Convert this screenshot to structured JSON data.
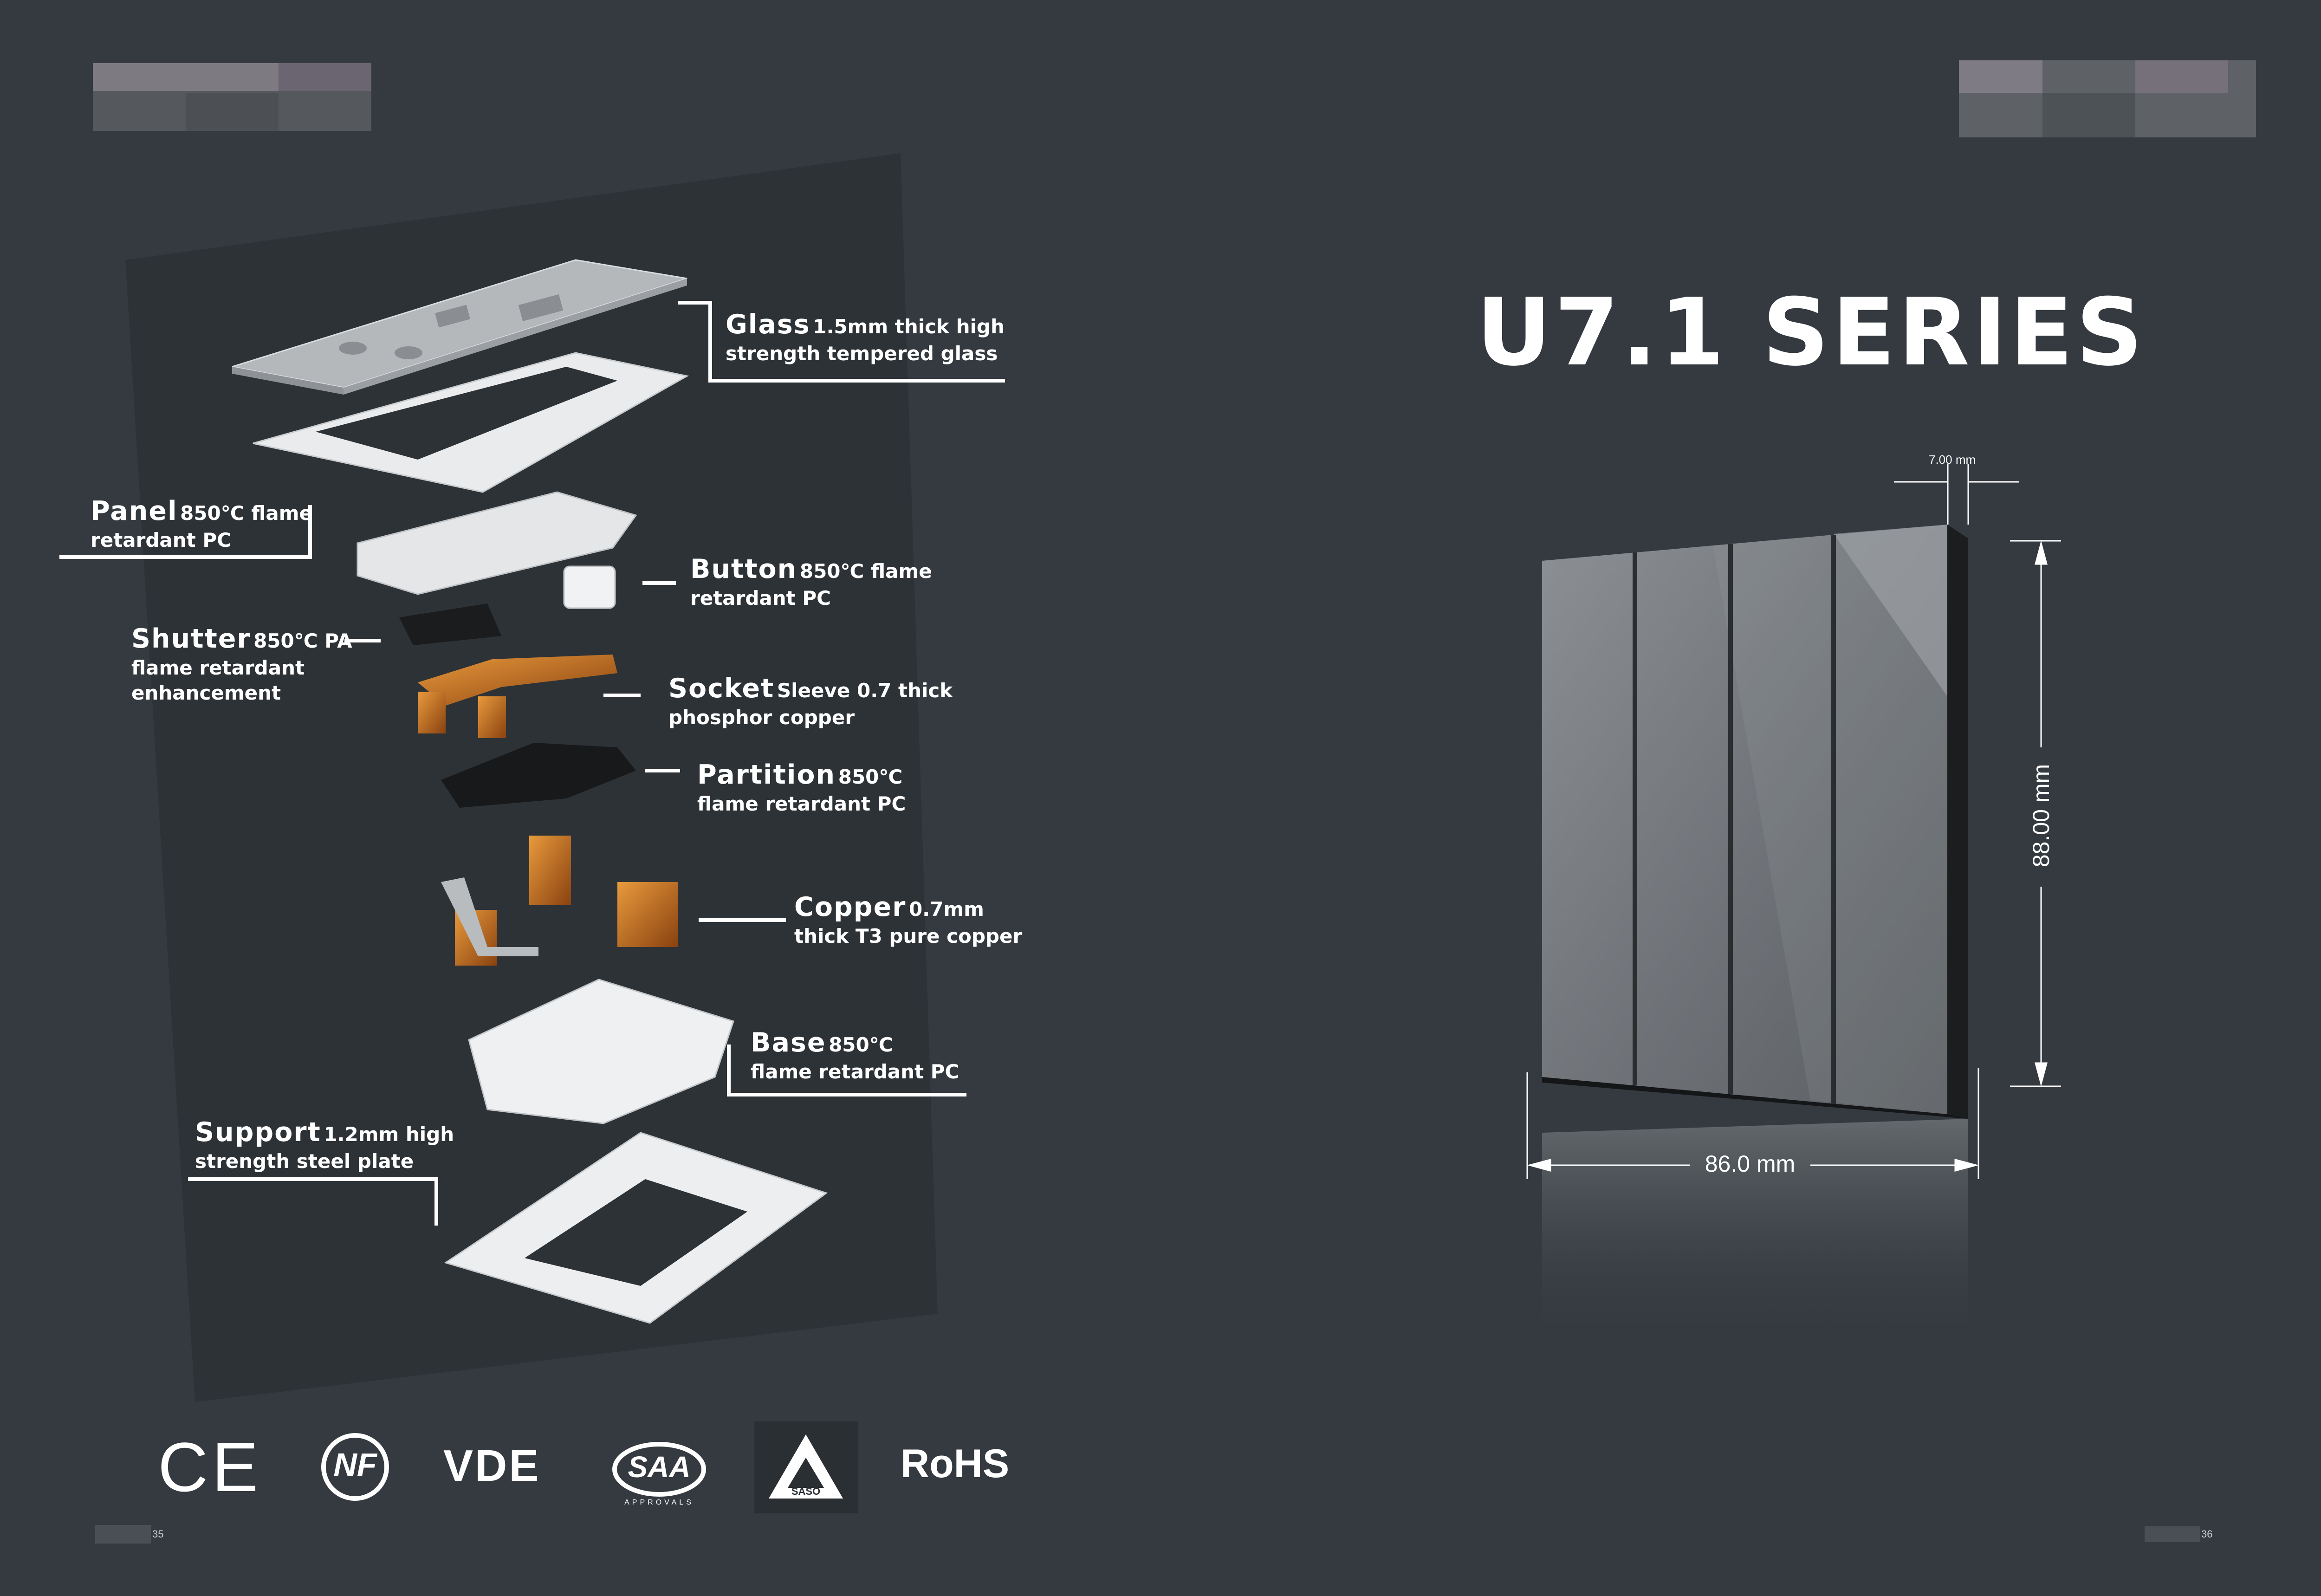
{
  "series_title": "U7.1 SERIES",
  "components": [
    {
      "id": "glass",
      "name": "Glass",
      "spec": "1.5mm thick high",
      "spec2": "strength tempered glass"
    },
    {
      "id": "panel",
      "name": "Panel",
      "spec": "850℃ flame",
      "spec2": "retardant PC"
    },
    {
      "id": "button",
      "name": "Button",
      "spec": "850℃ flame",
      "spec2": "retardant PC"
    },
    {
      "id": "shutter",
      "name": "Shutter",
      "spec": "850℃ PA",
      "spec2": "flame retardant",
      "spec3": "enhancement"
    },
    {
      "id": "socket",
      "name": "Socket",
      "spec": "Sleeve 0.7 thick",
      "spec2": "phosphor copper"
    },
    {
      "id": "partition",
      "name": "Partition",
      "spec": "850℃",
      "spec2": "flame retardant PC"
    },
    {
      "id": "copper",
      "name": "Copper",
      "spec": "0.7mm",
      "spec2": "thick T3 pure copper"
    },
    {
      "id": "base",
      "name": "Base",
      "spec": "850℃",
      "spec2": "flame retardant PC"
    },
    {
      "id": "support",
      "name": "Support",
      "spec": "1.2mm high",
      "spec2": "strength steel plate"
    }
  ],
  "dimensions": {
    "depth": "7.00 mm",
    "height": "88.00 mm",
    "width": "86.0 mm"
  },
  "certifications": {
    "ce": "CE",
    "nf": "NF",
    "vde": "VDE",
    "saa": "SAA",
    "saa_sub": "APPROVALS",
    "saso": "SASO",
    "rohs": "RoHS"
  },
  "pages": {
    "left": "35",
    "right": "36"
  },
  "colors": {
    "background": "#343a40",
    "text": "#ffffff",
    "copper": "#c8701c",
    "panel_glass": "#7b7f83"
  }
}
